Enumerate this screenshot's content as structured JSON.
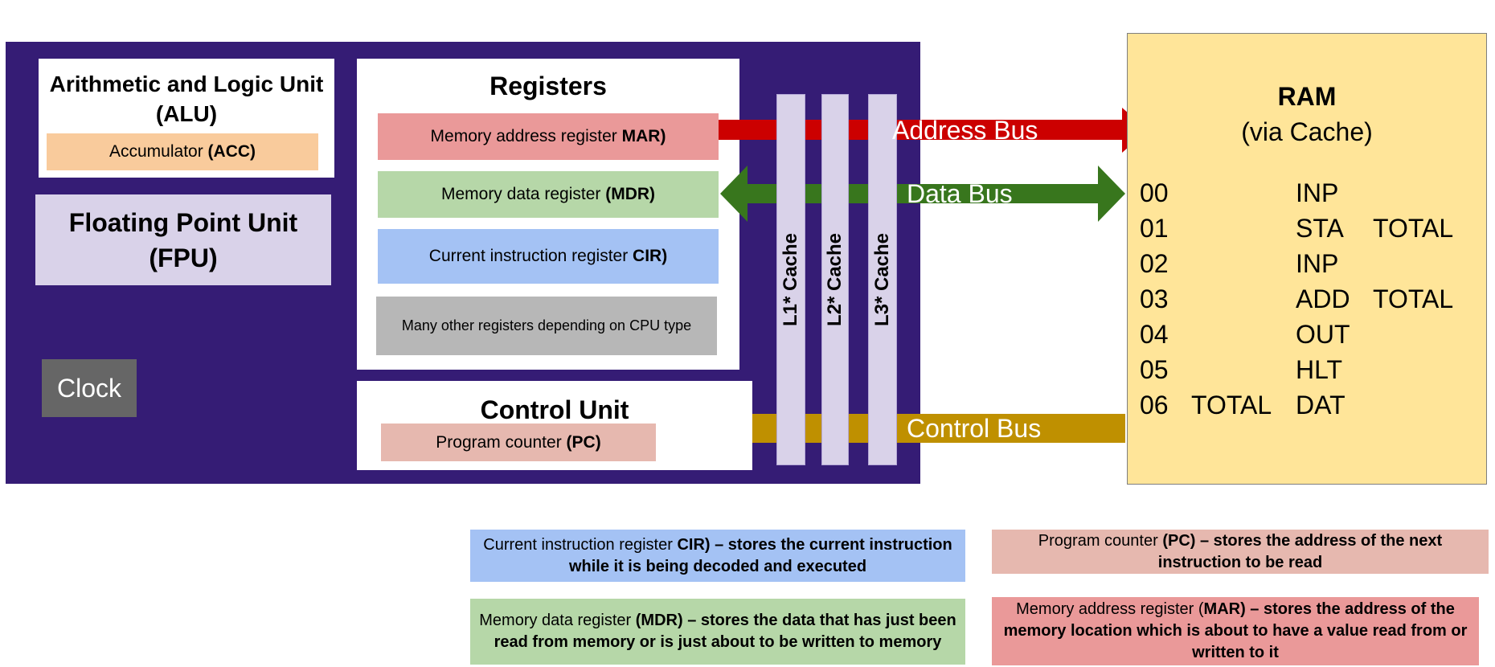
{
  "alu": {
    "title_line1": "Arithmetic and Logic Unit",
    "title_line2": "(ALU)",
    "acc_text": "Accumulator ",
    "acc_bold": "(ACC)"
  },
  "fpu": {
    "line1": "Floating Point Unit",
    "line2": "(FPU)"
  },
  "clock": "Clock",
  "registers": {
    "title": "Registers",
    "mar_text": "Memory address register ",
    "mar_bold": "MAR)",
    "mdr_text": "Memory data register ",
    "mdr_bold": "(MDR)",
    "cir_text": "Current instruction register ",
    "cir_bold": "CIR)",
    "other": "Many other registers depending on CPU type"
  },
  "control_unit": {
    "title": "Control Unit",
    "pc_text": "Program counter ",
    "pc_bold": "(PC)"
  },
  "buses": {
    "address": "Address Bus",
    "data": "Data Bus",
    "control": "Control Bus"
  },
  "caches": [
    "L1* Cache",
    "L2* Cache",
    "L3* Cache"
  ],
  "ram": {
    "title": "RAM",
    "subtitle": "(via Cache)",
    "rows": [
      {
        "addr": "00",
        "label": "",
        "op": "INP",
        "operand": ""
      },
      {
        "addr": "01",
        "label": "",
        "op": "STA",
        "operand": "TOTAL"
      },
      {
        "addr": "02",
        "label": "",
        "op": "INP",
        "operand": ""
      },
      {
        "addr": "03",
        "label": "",
        "op": "ADD",
        "operand": "TOTAL"
      },
      {
        "addr": "04",
        "label": "",
        "op": "OUT",
        "operand": ""
      },
      {
        "addr": "05",
        "label": "",
        "op": "HLT",
        "operand": ""
      },
      {
        "addr": "06",
        "label": "TOTAL",
        "op": "DAT",
        "operand": ""
      }
    ]
  },
  "notes": {
    "cir": {
      "text": "Current instruction register ",
      "bold": "CIR) – stores the current instruction while it is being decoded and executed"
    },
    "pc": {
      "text": "Program counter ",
      "bold": "(PC) – stores the address of the next instruction to be read"
    },
    "mdr": {
      "text": "Memory data register ",
      "bold": "(MDR) – stores the data that has just been read from memory or is just about to be written to memory"
    },
    "mar": {
      "text": "Memory address register (",
      "bold": "MAR) – stores the address of the memory location which is about to have a value read from or written to it"
    }
  }
}
